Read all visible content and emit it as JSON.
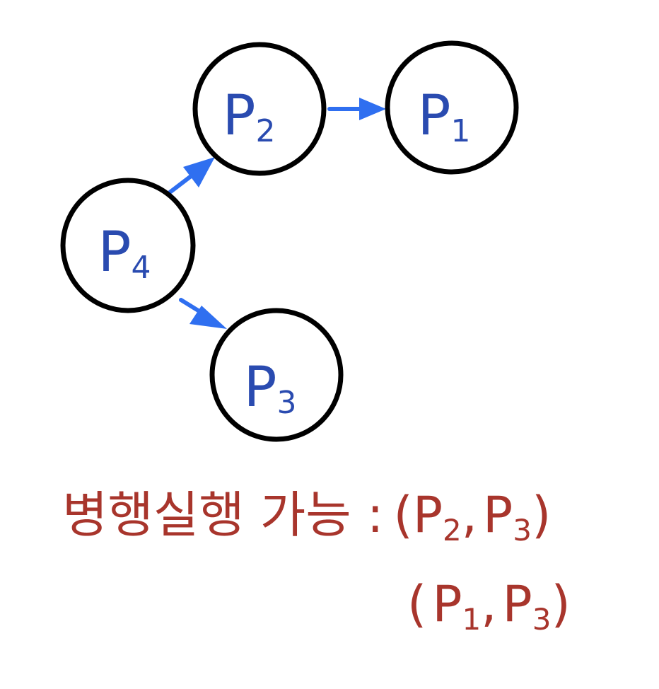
{
  "diagram": {
    "nodes": [
      {
        "id": "p2",
        "label": "P",
        "sub": "2"
      },
      {
        "id": "p1",
        "label": "P",
        "sub": "1"
      },
      {
        "id": "p4",
        "label": "P",
        "sub": "4"
      },
      {
        "id": "p3",
        "label": "P",
        "sub": "3"
      }
    ],
    "edges": [
      {
        "from": "p2",
        "to": "p1"
      },
      {
        "from": "p4",
        "to": "p2"
      },
      {
        "from": "p4",
        "to": "p3"
      }
    ]
  },
  "note": {
    "prefix": "병행실행 가능 :",
    "pair1": {
      "a": "P",
      "a_sub": "2",
      "sep": ",",
      "b": "P",
      "b_sub": "3"
    },
    "pair2": {
      "a": "P",
      "a_sub": "1",
      "sep": ",",
      "b": "P",
      "b_sub": "3"
    }
  },
  "colors": {
    "node_stroke": "#000000",
    "node_text": "#2a4bb0",
    "arrow": "#2f6ff0",
    "note_text": "#a8352c"
  }
}
